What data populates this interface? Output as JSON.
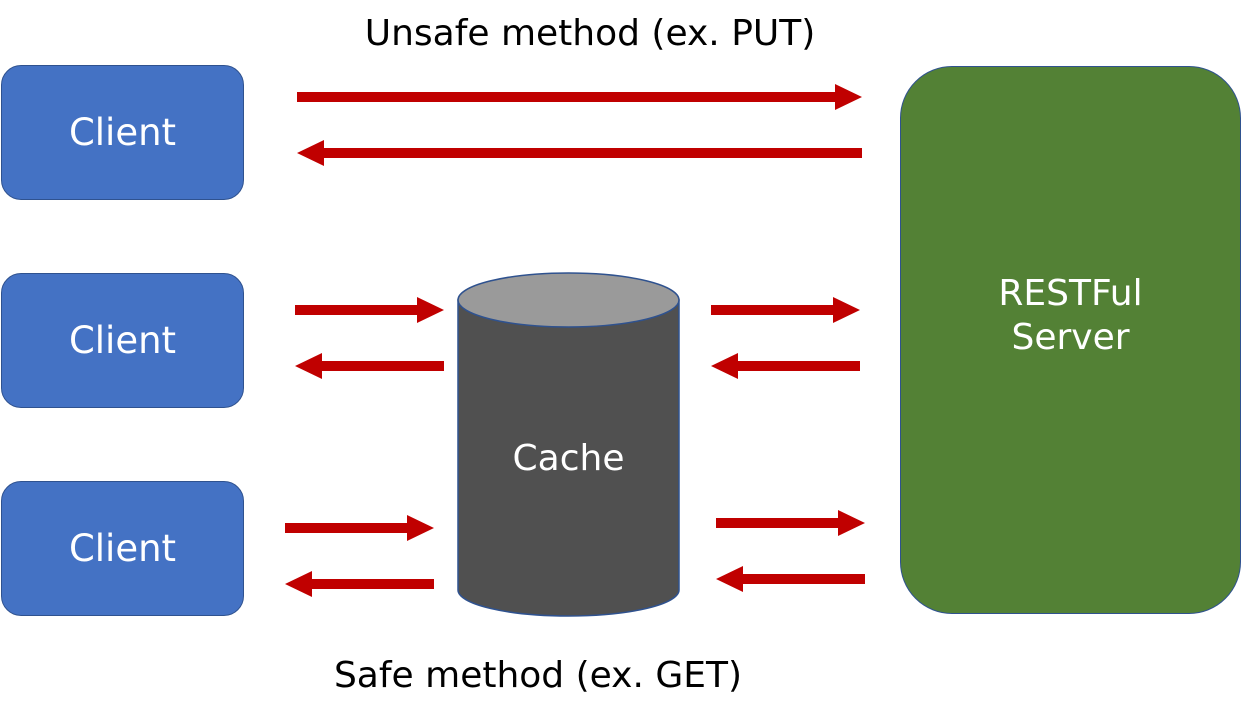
{
  "captions": {
    "unsafe": "Unsafe method (ex. PUT)",
    "safe": "Safe method (ex. GET)"
  },
  "clients": [
    {
      "label": "Client"
    },
    {
      "label": "Client"
    },
    {
      "label": "Client"
    }
  ],
  "server": {
    "line1": "RESTFul",
    "line2": "Server"
  },
  "cache": {
    "label": "Cache"
  },
  "colors": {
    "client_fill": "#4472c4",
    "server_fill": "#538135",
    "cache_body": "#505050",
    "cache_top": "#9a9a9a",
    "arrow": "#c00000",
    "outline": "#2f528f"
  }
}
